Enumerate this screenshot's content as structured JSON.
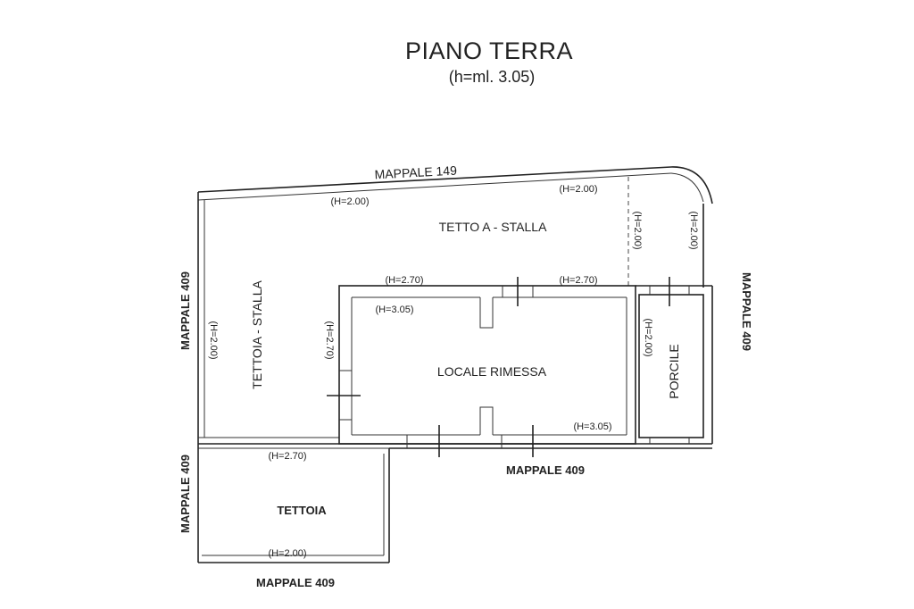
{
  "title": "PIANO TERRA",
  "subtitle": "(h=ml. 3.05)",
  "rooms": {
    "tetto_a_stalla": "TETTO A - STALLA",
    "tettoia_stalla": "TETTOIA - STALLA",
    "locale_rimessa": "LOCALE RIMESSA",
    "porcile": "PORCILE",
    "tettoia": "TETTOIA"
  },
  "boundaries": {
    "north": "MAPPALE 149",
    "west_upper": "MAPPALE 409",
    "west_lower": "MAPPALE 409",
    "east": "MAPPALE 409",
    "south_center": "MAPPALE 409",
    "south_lower": "MAPPALE 409"
  },
  "heights": {
    "top_left": "(H=2.00)",
    "top_right": "(H=2.00)",
    "vert_dashed": "(H=2.00)",
    "vert_right": "(H=2.00)",
    "rimessa_top_left": "(H=2.70)",
    "rimessa_top_right": "(H=2.70)",
    "rimessa_inner_top": "(H=3.05)",
    "rimessa_inner_bottom": "(H=3.05)",
    "tettoia_stalla_vert": "(H=2.00)",
    "rimessa_left_vert": "(H=2.70)",
    "porcile_vert": "(H=2.00)",
    "tettoia_top": "(H=2.70)",
    "tettoia_bottom": "(H=2.00)"
  }
}
